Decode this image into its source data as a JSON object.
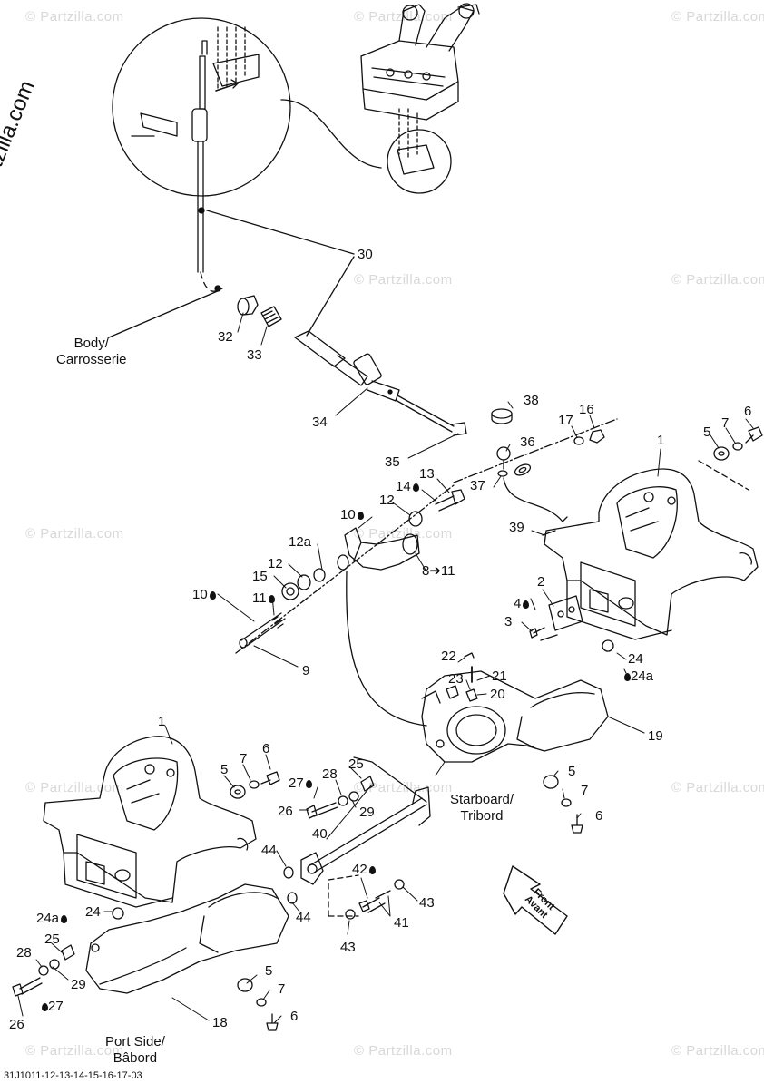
{
  "watermark": "© Partzilla.com",
  "diagram_code": "31J1011-12-13-14-15-16-17-03",
  "captions": {
    "body_line1": "Body/",
    "body_line2": "Carrosserie",
    "starboard_line1": "Starboard/",
    "starboard_line2": "Tribord",
    "port_line1": "Port Side/",
    "port_line2": "Bâbord",
    "front_line1": "Front",
    "front_line2": "Avant"
  },
  "callouts": {
    "c1a": "1",
    "c1b": "1",
    "c2": "2",
    "c3": "3",
    "c4": "4",
    "c5a": "5",
    "c5b": "5",
    "c5c": "5",
    "c5d": "5",
    "c6a": "6",
    "c6b": "6",
    "c6c": "6",
    "c6d": "6",
    "c7a": "7",
    "c7b": "7",
    "c7c": "7",
    "c7d": "7",
    "c8": "8➔11",
    "c9": "9",
    "c10a": "10",
    "c10b": "10",
    "c11": "11",
    "c12a": "12",
    "c12b": "12",
    "c12sub": "12a",
    "c13": "13",
    "c14": "14",
    "c15": "15",
    "c16": "16",
    "c17": "17",
    "c18": "18",
    "c19": "19",
    "c20": "20",
    "c21": "21",
    "c22": "22",
    "c23": "23",
    "c24a": "24",
    "c24b": "24",
    "c24c": "24a",
    "c24d": "24a",
    "c25a": "25",
    "c25b": "25",
    "c26a": "26",
    "c26b": "26",
    "c27a": "27",
    "c27b": "27",
    "c28a": "28",
    "c28b": "28",
    "c29a": "29",
    "c29b": "29",
    "c30": "30",
    "c32": "32",
    "c33": "33",
    "c34": "34",
    "c35": "35",
    "c36": "36",
    "c37": "37",
    "c38": "38",
    "c39": "39",
    "c40": "40",
    "c41": "41",
    "c42": "42",
    "c43a": "43",
    "c43b": "43",
    "c44a": "44",
    "c44b": "44"
  }
}
